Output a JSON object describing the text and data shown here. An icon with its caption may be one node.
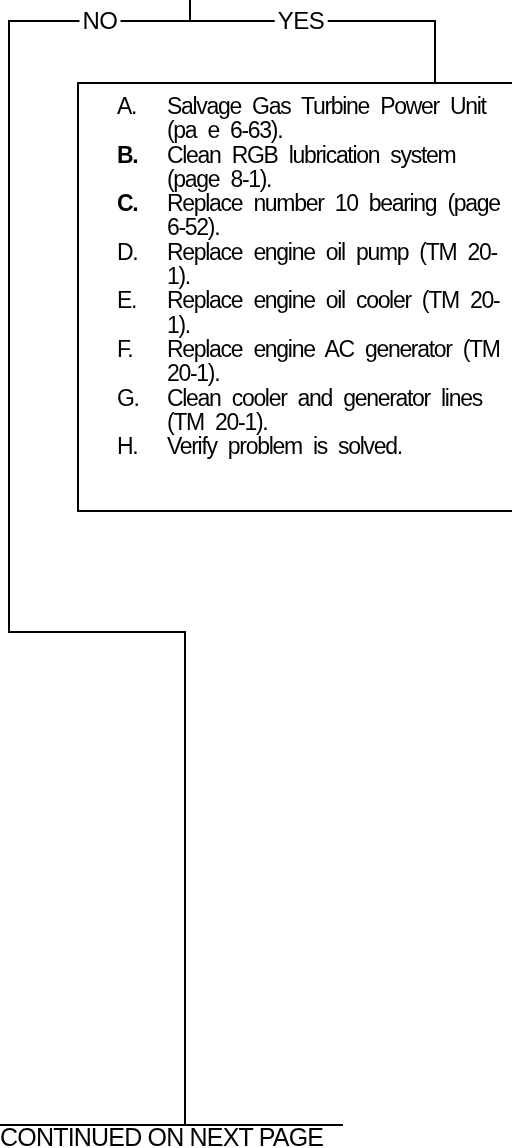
{
  "diagram": {
    "nodes": [
      {
        "text": [
          "A. Salvage Gas Turbine Power Unit (pa e 6-63).",
          "**B.** Clean RGB lubrication system (page 8-1).",
          "**C.** Replace number 10 bearing (page 6-52).",
          "D. Replace engine oil pump (TM 20-1).",
          "E. Replace engine oil cooler (TM 20-1).",
          "F. Replace engine AC generator (TM 20-1).",
          "G. Clean cooler and generator lines (TM 20-1).",
          "H. Verify problem is solved."
        ]
      },
      {
        "text": [
          "CONTINUED ON NEXT PAGE"
        ]
      }
    ],
    "edges": [
      {
        "from": null,
        "to": 0,
        "arrow": "none",
        "label": "YES"
      },
      {
        "from": null,
        "to": 1,
        "arrow": "none",
        "label": "NO"
      }
    ]
  }
}
